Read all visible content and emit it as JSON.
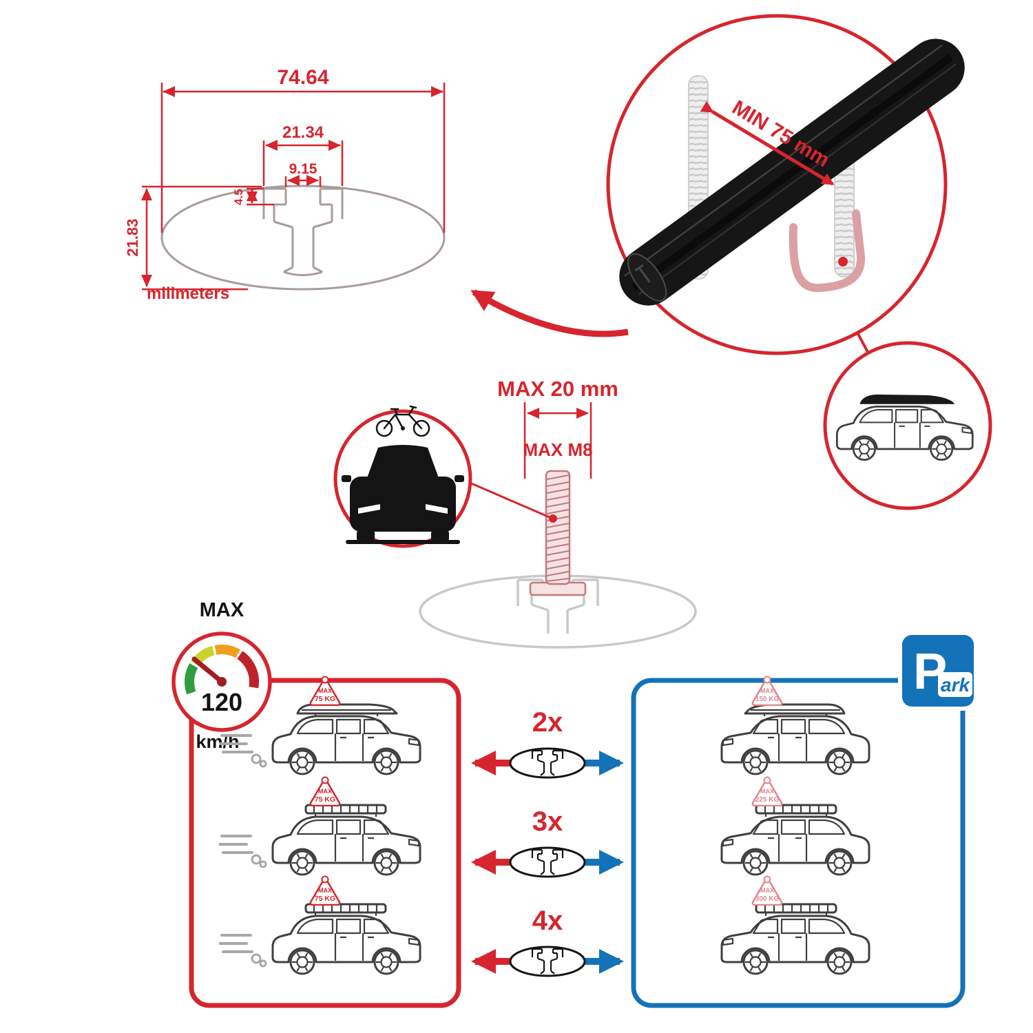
{
  "colors": {
    "red": "#d6252e",
    "blue": "#1472b8",
    "black": "#141414",
    "gray": "#c9c9c9"
  },
  "dimensions": {
    "total_width": "74.64",
    "slot_outer_width": "21.34",
    "slot_inner_width": "9.15",
    "slot_depth": "4.5",
    "total_height": "21.83",
    "unit_label": "milimeters"
  },
  "crossbar": {
    "min_span_label": "MIN 75 mm"
  },
  "bolt": {
    "max_width_label": "MAX 20 mm",
    "max_thread_label": "MAX M8"
  },
  "speed": {
    "max_label": "MAX",
    "value": "120",
    "unit": "km/h"
  },
  "driving": {
    "cars": [
      {
        "max": "MAX",
        "load": "75 KG"
      },
      {
        "max": "MAX",
        "load": "75 KG"
      },
      {
        "max": "MAX",
        "load": "75 KG"
      }
    ]
  },
  "multipliers": [
    {
      "label": "2x"
    },
    {
      "label": "3x"
    },
    {
      "label": "4x"
    }
  ],
  "parking": {
    "sign_p": "P",
    "sign_ark": "ark",
    "cars": [
      {
        "max": "MAX",
        "load": "150 KG"
      },
      {
        "max": "MAX",
        "load": "225 KG"
      },
      {
        "max": "MAX",
        "load": "300 KG"
      }
    ]
  }
}
